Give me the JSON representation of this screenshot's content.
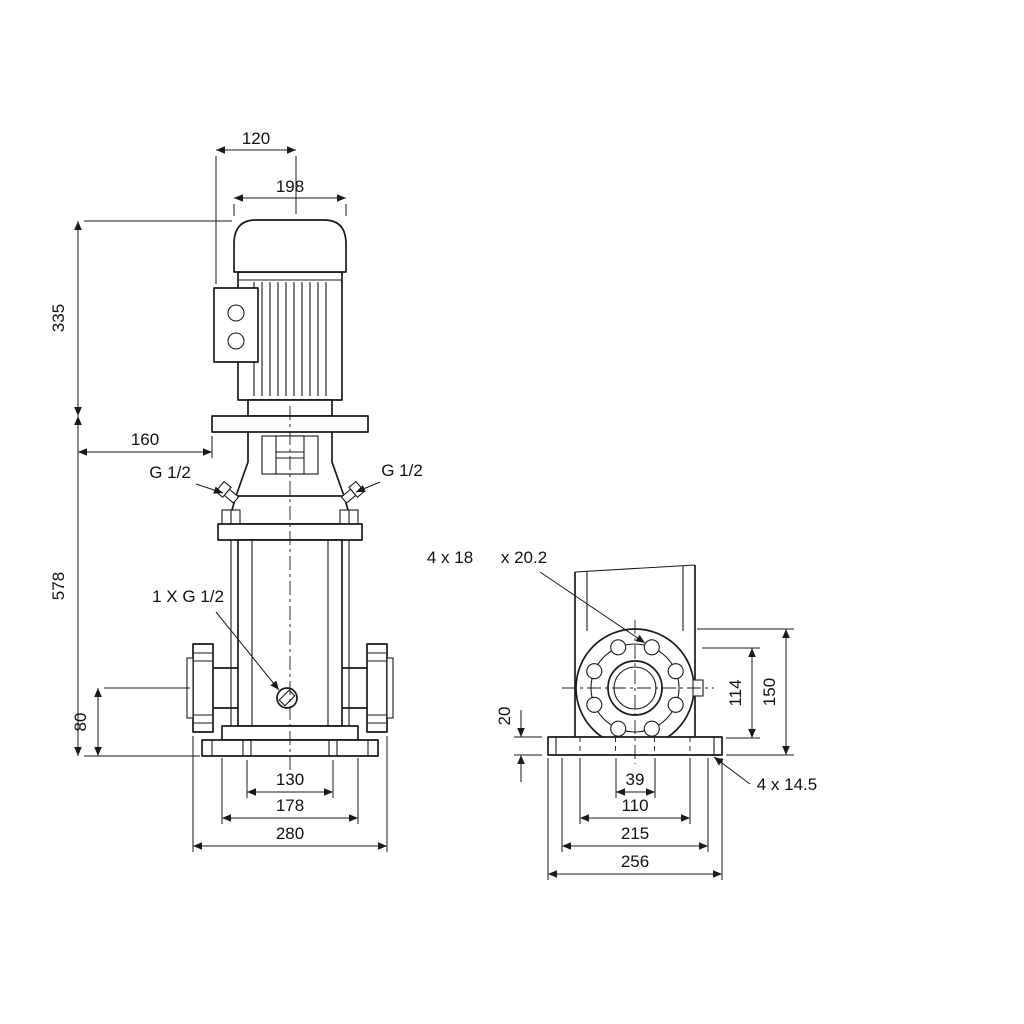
{
  "colors": {
    "background": "#ffffff",
    "line": "#1a1a1a"
  },
  "front_view": {
    "dims": {
      "top_width": "120",
      "motor_width": "198",
      "motor_height": "335",
      "head_offset": "160",
      "pump_height": "578",
      "port_centerline_height": "80",
      "base_slot_spacing": "130",
      "base_width": "178",
      "port_to_port": "280"
    },
    "labels": {
      "gauge_port_left": "G 1/2",
      "gauge_port_right": "G 1/2",
      "drain_port": "1 X G 1/2"
    }
  },
  "side_view": {
    "dims": {
      "base_plate_thickness": "20",
      "flange_span_inner": "114",
      "flange_span_outer": "150",
      "bolt_span_a": "39",
      "bolt_span_b": "110",
      "bolt_span_c": "215",
      "base_plate_length": "256"
    },
    "labels": {
      "flange_bolt_holes": "4 x 18",
      "flange_bolt_holes_note": "x 20.2",
      "base_bolt_holes": "4 x 14.5"
    }
  }
}
